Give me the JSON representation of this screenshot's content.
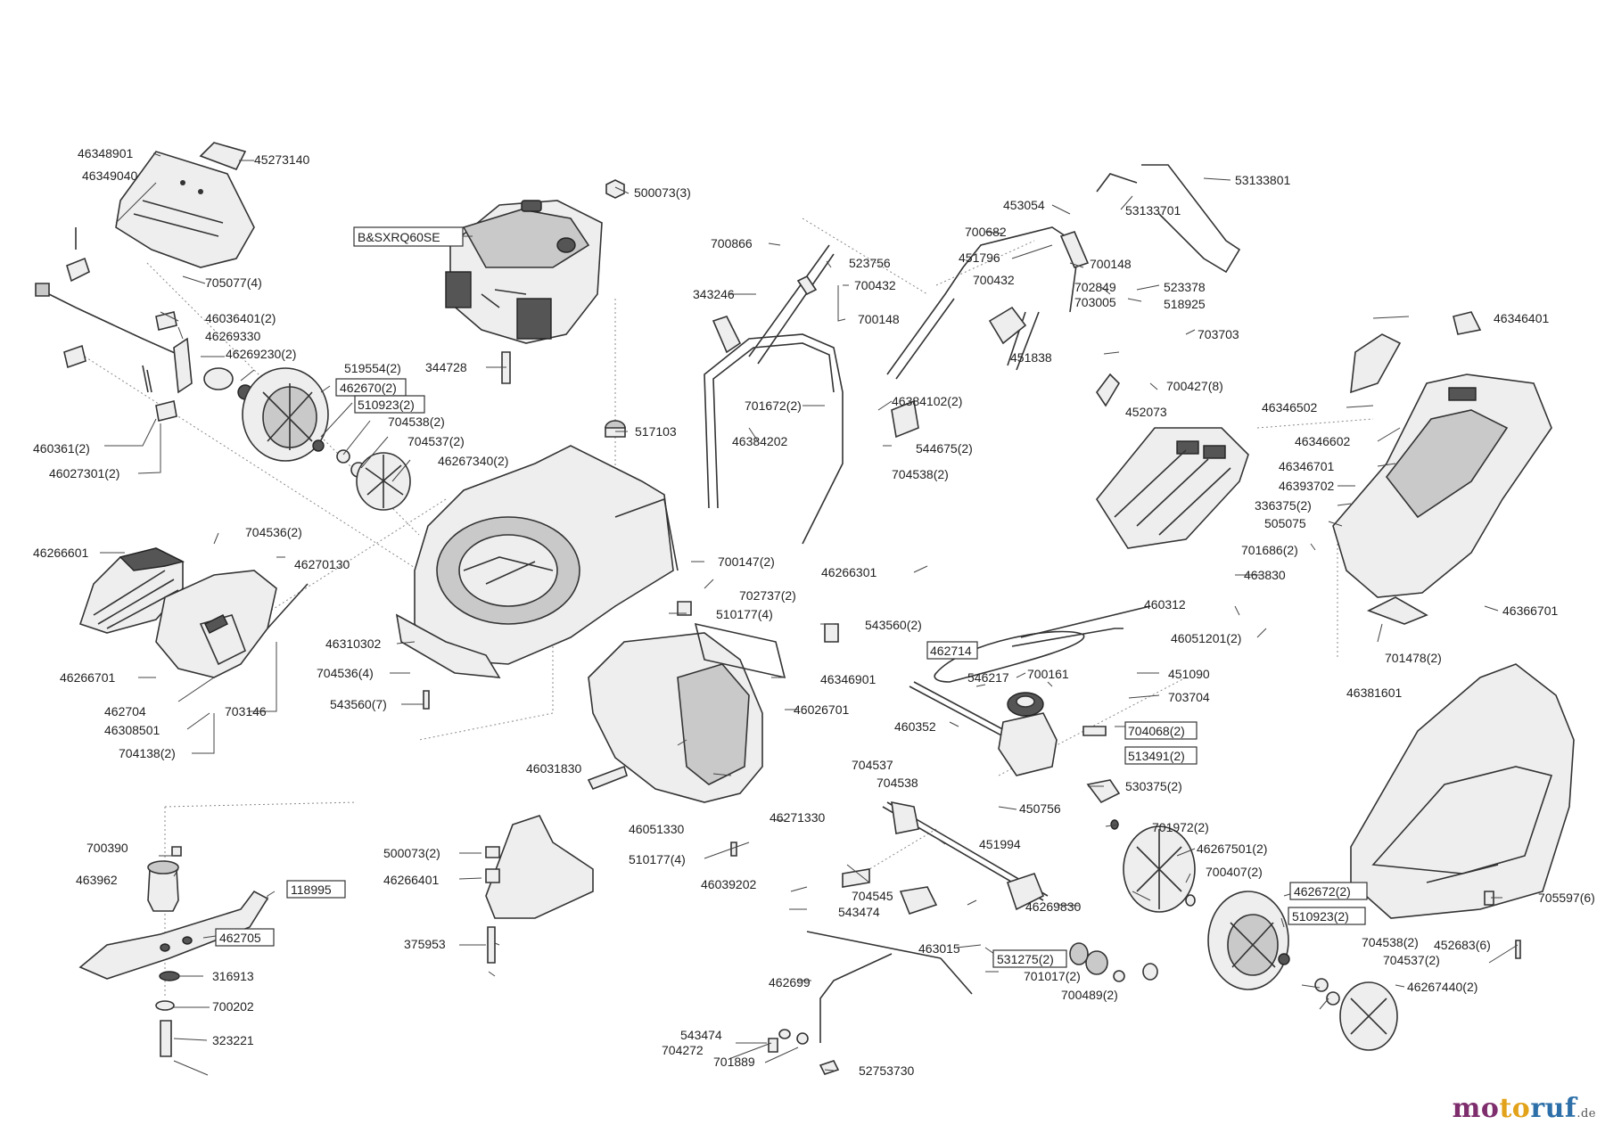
{
  "labels": {
    "l01": "46348901",
    "l02": "45273140",
    "l03": "46349040",
    "l04": "705077(4)",
    "l05": "46036401(2)",
    "l06": "46269330",
    "l07": "46269230(2)",
    "l08": "519554(2)",
    "l09": "462670(2)",
    "l10": "510923(2)",
    "l11": "704538(2)",
    "l12": "704537(2)",
    "l13": "46267340(2)",
    "l14": "460361(2)",
    "l15": "46027301(2)",
    "l16": "500073(3)",
    "l17": "B&SXRQ60SE",
    "l18": "344728",
    "l19": "517103",
    "l20": "700866",
    "l21": "523756",
    "l22": "700432",
    "l23": "343246",
    "l24": "700148",
    "l25": "701672(2)",
    "l26": "46384102(2)",
    "l27": "46384202",
    "l28": "544675(2)",
    "l29": "704538(2)",
    "l30": "53133801",
    "l31": "453054",
    "l32": "53133701",
    "l33": "700682",
    "l34": "451796",
    "l35": "700148",
    "l36": "700432",
    "l37": "702849",
    "l38": "523378",
    "l39": "703005",
    "l40": "518925",
    "l41": "703703",
    "l42": "451838",
    "l43": "700427(8)",
    "l44": "452073",
    "l45": "46346401",
    "l46": "46346502",
    "l47": "46346602",
    "l48": "46346701",
    "l49": "46393702",
    "l50": "336375(2)",
    "l51": "505075",
    "l52": "701686(2)",
    "l53": "463830",
    "l54": "46366701",
    "l55": "701478(2)",
    "l56": "460312",
    "l57": "46051201(2)",
    "l58": "704536(2)",
    "l59": "46266601",
    "l60": "46270130",
    "l61": "46266701",
    "l62": "462704",
    "l63": "46308501",
    "l64": "703146",
    "l65": "704138(2)",
    "l66": "46310302",
    "l67": "704536(4)",
    "l68": "543560(7)",
    "l69": "700147(2)",
    "l70": "702737(2)",
    "l71": "510177(4)",
    "l72": "543560(2)",
    "l73": "46266301",
    "l74": "46346901",
    "l75": "46026701",
    "l76": "462714",
    "l77": "546217",
    "l78": "700161",
    "l79": "451090",
    "l80": "703704",
    "l81": "460352",
    "l82": "704068(2)",
    "l83": "513491(2)",
    "l84": "46381601",
    "l85": "46031830",
    "l86": "704537",
    "l87": "704538",
    "l88": "450756",
    "l89": "530375(2)",
    "l90": "46051330",
    "l91": "46271330",
    "l92": "451994",
    "l93": "701972(2)",
    "l94": "46267501(2)",
    "l95": "700390",
    "l96": "500073(2)",
    "l97": "510177(4)",
    "l98": "46039202",
    "l99": "700407(2)",
    "l100": "462672(2)",
    "l101": "463962",
    "l102": "118995",
    "l103": "46266401",
    "l104": "704545",
    "l105": "543474",
    "l106": "46269830",
    "l107": "510923(2)",
    "l108": "705597(6)",
    "l109": "462705",
    "l110": "375953",
    "l111": "463015",
    "l112": "531275(2)",
    "l113": "704538(2)",
    "l114": "452683(6)",
    "l115": "704537(2)",
    "l116": "316913",
    "l117": "462699",
    "l118": "701017(2)",
    "l119": "700489(2)",
    "l120": "46267440(2)",
    "l121": "700202",
    "l122": "543474",
    "l123": "704272",
    "l124": "701889",
    "l125": "52753730",
    "l126": "323221"
  },
  "watermark": {
    "part1": "mo",
    "part2": "to",
    "part3": "ruf",
    "suffix": ".de"
  },
  "colors": {
    "line": "#333333",
    "fill_light": "#eeeeee",
    "fill_dark": "#555555"
  }
}
